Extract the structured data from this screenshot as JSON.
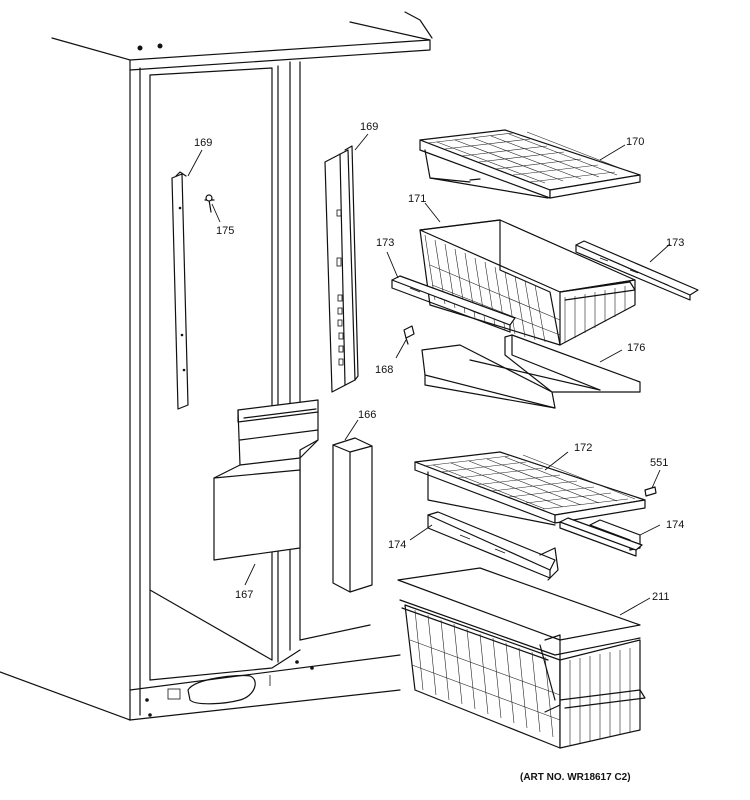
{
  "labels": {
    "p169a": "169",
    "p169b": "169",
    "p175": "175",
    "p170": "170",
    "p171": "171",
    "p173a": "173",
    "p173b": "173",
    "p168": "168",
    "p176": "176",
    "p166": "166",
    "p167": "167",
    "p172": "172",
    "p551": "551",
    "p174a": "174",
    "p174b": "174",
    "p211": "211"
  },
  "art_number": "(ART NO. WR18617 C2)"
}
